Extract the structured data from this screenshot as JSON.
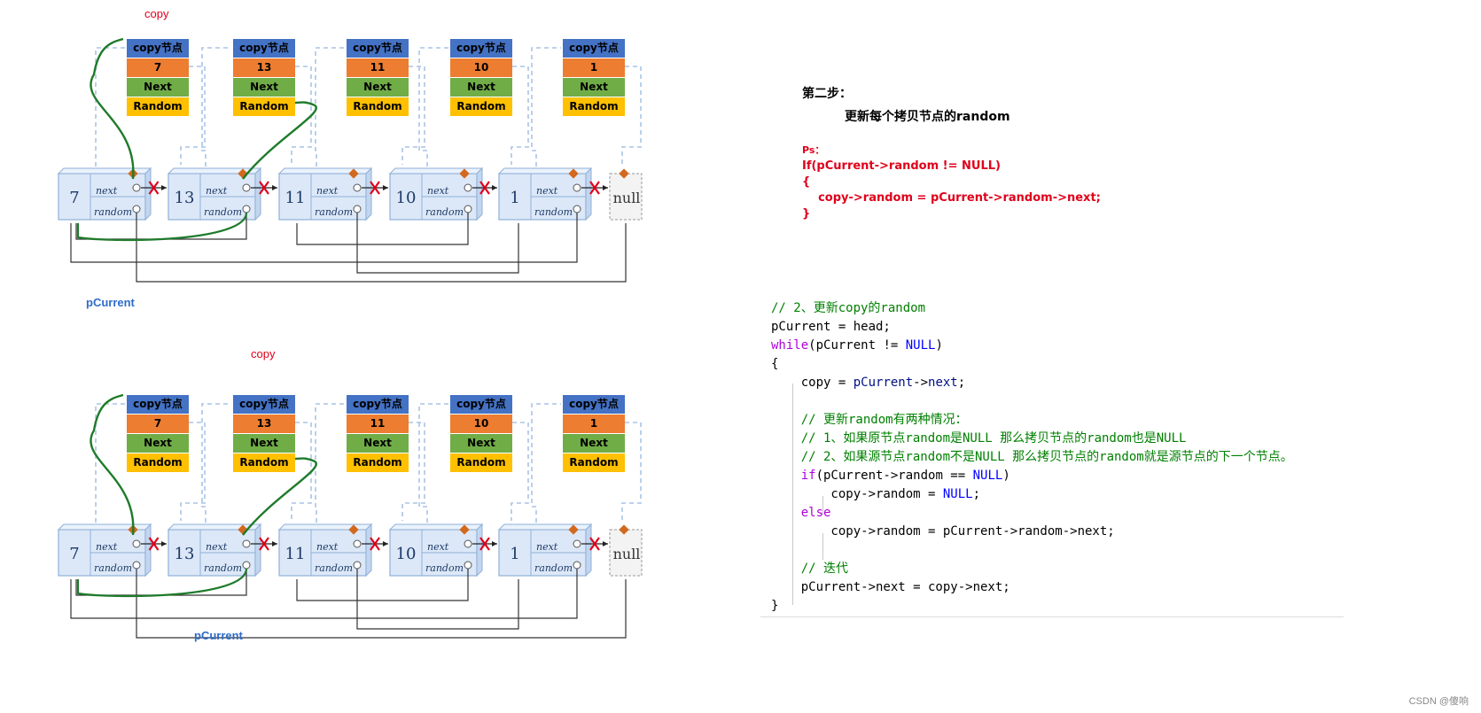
{
  "diagram": {
    "copy_label_top": "copy",
    "copy_label_bottom": "copy",
    "pointer_label_top": "pCurrent",
    "pointer_label_bottom": "pCurrent",
    "copy_nodes": [
      {
        "header": "copy节点",
        "value": "7",
        "next": "Next",
        "random": "Random"
      },
      {
        "header": "copy节点",
        "value": "13",
        "next": "Next",
        "random": "Random"
      },
      {
        "header": "copy节点",
        "value": "11",
        "next": "Next",
        "random": "Random"
      },
      {
        "header": "copy节点",
        "value": "10",
        "next": "Next",
        "random": "Random"
      },
      {
        "header": "copy节点",
        "value": "1",
        "next": "Next",
        "random": "Random"
      }
    ],
    "original_nodes": [
      {
        "value": "7",
        "next": "next",
        "random": "random"
      },
      {
        "value": "13",
        "next": "next",
        "random": "random"
      },
      {
        "value": "11",
        "next": "next",
        "random": "random"
      },
      {
        "value": "10",
        "next": "next",
        "random": "random"
      },
      {
        "value": "1",
        "next": "next",
        "random": "random"
      }
    ],
    "null_label": "null",
    "colors": {
      "copy_header": "#4472c4",
      "copy_value": "#ed7d31",
      "copy_next": "#70ad47",
      "copy_random": "#ffc000",
      "highlight_arrow": "#1e7b2a",
      "cut_mark": "#e0001b",
      "dashed_link": "#a9c4e6"
    }
  },
  "step": {
    "title": "第二步：",
    "subtitle": "更新每个拷贝节点的random",
    "ps_label": "Ps：",
    "ps_lines": [
      "If(pCurrent->random != NULL)",
      "{",
      "    copy->random = pCurrent->random->next;",
      "}"
    ]
  },
  "code": {
    "l1": "// 2、更新copy的random",
    "l2": "pCurrent = head;",
    "l3_kw": "while",
    "l3_a": "(pCurrent != ",
    "l3_null": "NULL",
    "l3_b": ")",
    "l4": "{",
    "l5_a": "    copy = ",
    "l5_b": "pCurrent",
    "l5_c": "->",
    "l5_d": "next",
    "l5_e": ";",
    "l6": "",
    "l7": "    // 更新random有两种情况：",
    "l8": "    // 1、如果原节点random是NULL 那么拷贝节点的random也是NULL",
    "l9": "    // 2、如果源节点random不是NULL 那么拷贝节点的random就是源节点的下一个节点。",
    "l10_kw": "    if",
    "l10_a": "(pCurrent->random == ",
    "l10_null": "NULL",
    "l10_b": ")",
    "l11_a": "        copy->random = ",
    "l11_null": "NULL",
    "l11_b": ";",
    "l12_kw": "    else",
    "l13": "        copy->random = pCurrent->random->next;",
    "l14": "",
    "l15": "    // 迭代",
    "l16": "    pCurrent->next = copy->next;",
    "l17": "}"
  },
  "watermark": "CSDN @傻响"
}
